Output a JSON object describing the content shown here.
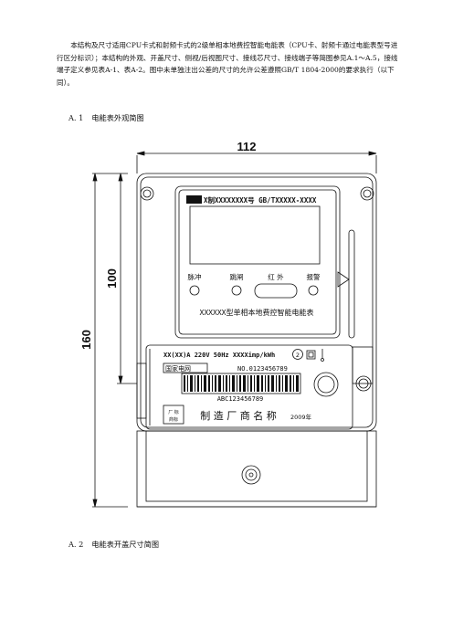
{
  "intro": {
    "text": "本结构及尺寸适用CPU卡式和射频卡式的2级单相本地费控智能电能表（CPU卡、射频卡通过电能表型号进行区分标识）；本结构的外观、开盖尺寸、侧视/后视图尺寸、接线芯尺寸、接线端子等简图参见A.1～A.5，接线端子定义参见表A-1、表A-2。图中未单独注出公差的尺寸的允许公差遵照GB/T 1804-2000的要求执行（以下同）。"
  },
  "section1": {
    "number": "A. 1",
    "title": "电能表外观简图"
  },
  "section2": {
    "number": "A. 2",
    "title": "电能表开盖尺寸简图"
  },
  "drawing": {
    "dim_width": "112",
    "dim_upper_height": "100",
    "dim_total_height": "160",
    "model_line": "X制XXXXXXXX号  GB/TXXXXX-XXXX",
    "indicators": {
      "pulse": "脉冲",
      "trip": "跳闸",
      "infrared": "红  外",
      "alarm": "报警"
    },
    "meter_name": "XXXXXX型单相本地费控智能电能表",
    "spec_line": "XX(XX)A  220V  50Hz  XXXXimp/kWh",
    "class_mark": "2",
    "grid_label": "国家电网",
    "serial_number": "NO.0123456789",
    "barcode_text": "ABC123456789",
    "logo_label": "厂 标\n商标",
    "manufacturer": "制 造 厂 商 名 称",
    "year": "2009年"
  }
}
